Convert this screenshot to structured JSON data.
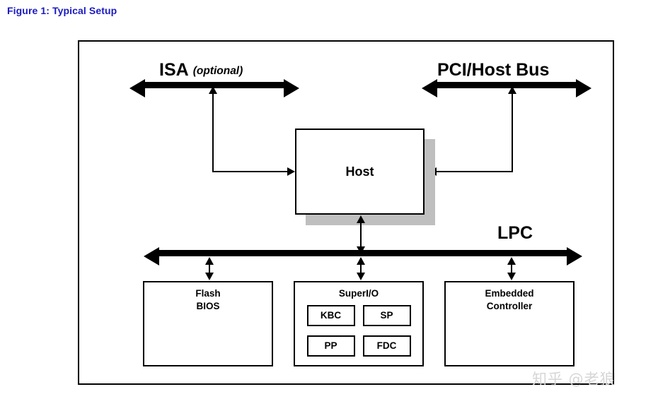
{
  "figure": {
    "caption": "Figure 1: Typical Setup",
    "caption_color": "#1a1ac0"
  },
  "buses": {
    "isa": {
      "label": "ISA",
      "qualifier": "(optional)",
      "direction": "bidirectional"
    },
    "pci": {
      "label": "PCI/Host Bus",
      "direction": "bidirectional"
    },
    "lpc": {
      "label": "LPC",
      "direction": "bidirectional"
    }
  },
  "blocks": {
    "host": {
      "title": "Host",
      "shadow_color": "#bfbfbf"
    },
    "flash_bios": {
      "line1": "Flash",
      "line2": "BIOS"
    },
    "superio": {
      "title": "SuperI/O",
      "sub_blocks": [
        {
          "label": "KBC"
        },
        {
          "label": "SP"
        },
        {
          "label": "PP"
        },
        {
          "label": "FDC"
        }
      ]
    },
    "embedded_controller": {
      "line1": "Embedded",
      "line2": "Controller"
    }
  },
  "watermark": {
    "text": "知乎 @老狼"
  }
}
